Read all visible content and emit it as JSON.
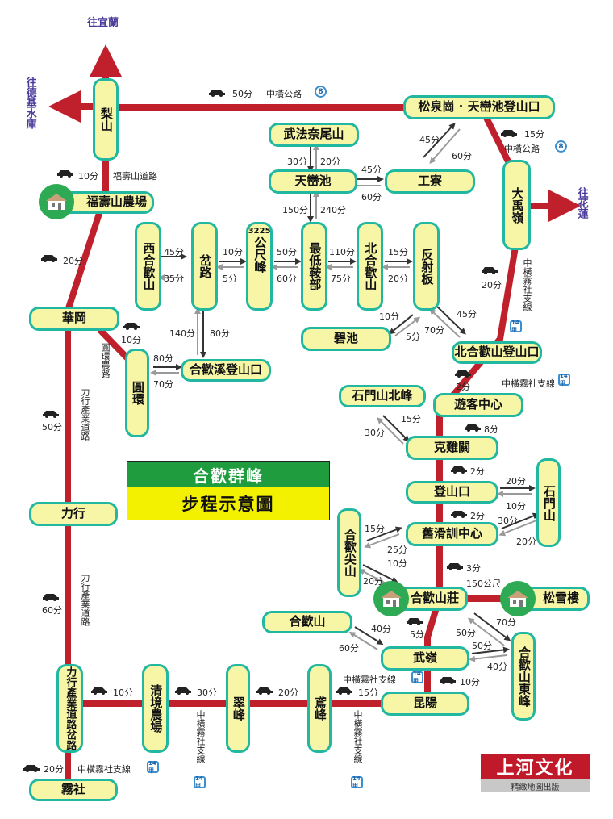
{
  "colors": {
    "road": "#c0202c",
    "accent": "#22b7a0",
    "node_fill": "#f6f6a6",
    "title_green": "#1f9c3e",
    "title_yellow": "#f4f100",
    "direction_text": "#4a3a9a",
    "brand_red": "#c01a2a"
  },
  "title": {
    "main": "合歡群峰",
    "sub": "步程示意圖"
  },
  "directions": {
    "yilan": "往宜蘭",
    "deji": "往德基水庫",
    "hualien": "往花蓮"
  },
  "nodes": {
    "lishan": "梨山",
    "songquan": "松泉崗 · 天巒池登山口",
    "fushou": "福壽山農場",
    "dayu": "大禹嶺",
    "huagang": "華岡",
    "liheng": "力行",
    "lihengfork": "力行產業道路岔路",
    "yuanhuan": "圓環",
    "wushe": "霧社",
    "qingjing": "清境農場",
    "cuifeng": "翠峰",
    "yuanfeng": "鳶峰",
    "kunyang": "昆陽",
    "wuling": "武嶺",
    "hehuanshan": "合歡山",
    "hehuanlodge": "合歡山莊",
    "songxuelou": "松雪樓",
    "hehuaneast": "合歡山東峰",
    "hehuanjian": "合歡尖山",
    "jiuhua": "舊滑訓中心",
    "dengshankou": "登山口",
    "shimenshan": "石門山",
    "kenan": "克難關",
    "youke": "遊客中心",
    "shimennorth": "石門山北峰",
    "northtrail": "北合歡山登山口",
    "bichi": "碧池",
    "fanshe": "反射板",
    "northpeak": "北合歡山",
    "zuidi": "最低鞍部",
    "gongmao": "公尺峰",
    "gongmao_num": "3225",
    "chalu": "岔路",
    "westpeak": "西合歡山",
    "hehuanxi": "合歡溪登山口",
    "tianluanchi": "天巒池",
    "wufa": "武法奈尾山",
    "gongliao": "工寮"
  },
  "road_labels": {
    "zhongheng": "中橫公路",
    "fushou_road": "福壽山道路",
    "wushe_branch": "中橫霧社支線",
    "yuanhuan_road": "圓環農路",
    "liheng_road": "力行產業道路",
    "altitude": "150公尺"
  },
  "times": {
    "t_lishan_songquan": "50分",
    "t_lishan_fushou": "10分",
    "t_fushou_huagang": "20分",
    "t_songquan_dayu": "15分",
    "t_songquan_gong_up": "45分",
    "t_songquan_gong_down": "60分",
    "t_dayu_north": "20分",
    "t_huagang_yuanhuan": "10分",
    "t_huagang_liheng": "50分",
    "t_liheng_fork": "60分",
    "t_fork_wushe": "20分",
    "t_fork_qingjing": "10分",
    "t_qingjing_cuifeng": "30分",
    "t_cuifeng_yuanfeng": "20分",
    "t_yuanfeng_kunyang": "15分",
    "t_kunyang_wuling": "10分",
    "t_wuling_5": "5分",
    "t_north_youke": "2分",
    "t_youke_kenan": "8分",
    "t_kenan_deng": "2分",
    "t_deng_jiu": "2分",
    "t_jiu_lodge": "3分",
    "t_yh_hx_a": "80分",
    "t_yh_hx_b": "70分",
    "t_hx_chalu_a": "140分",
    "t_hx_chalu_b": "80分",
    "t_west_chalu_a": "45分",
    "t_west_chalu_b": "35分",
    "t_chalu_3225_a": "10分",
    "t_chalu_3225_b": "5分",
    "t_3225_zuidi_a": "50分",
    "t_3225_zuidi_b": "60分",
    "t_zuidi_north_a": "110分",
    "t_zuidi_north_b": "75分",
    "t_north_fanshe_a": "15分",
    "t_north_fanshe_b": "20分",
    "t_zuidi_tl_a": "150分",
    "t_zuidi_tl_b": "240分",
    "t_tl_wufa_a": "30分",
    "t_tl_wufa_b": "20分",
    "t_tl_gong_a": "45分",
    "t_tl_gong_b": "60分",
    "t_fanshe_bichi_a": "10分",
    "t_fanshe_bichi_b": "5分",
    "t_fanshe_nt_a": "45分",
    "t_fanshe_nt_b": "70分",
    "t_smn_kenan_a": "15分",
    "t_smn_kenan_b": "30分",
    "t_deng_sms_a": "20分",
    "t_deng_sms_b": "10分",
    "t_jiu_sms_a": "30分",
    "t_jiu_sms_b": "20分",
    "t_jiu_jian_a": "15分",
    "t_jiu_jian_b": "25分",
    "t_lodge_jian_a": "10分",
    "t_lodge_jian_b": "20分",
    "t_wuling_hhs_a": "40分",
    "t_wuling_hhs_b": "60分",
    "t_lodge_east_a": "70分",
    "t_lodge_east_b": "50分",
    "t_wuling_east_a": "50分",
    "t_wuling_east_b": "40分"
  },
  "badges": {
    "hwy8": "8",
    "hwy14": "14甲"
  },
  "icons": {
    "car": "car-icon",
    "lodge": "lodge-icon",
    "highway": "highway-badge-icon"
  },
  "brand": {
    "name": "上河文化",
    "tagline": "精緻地圖出版"
  }
}
